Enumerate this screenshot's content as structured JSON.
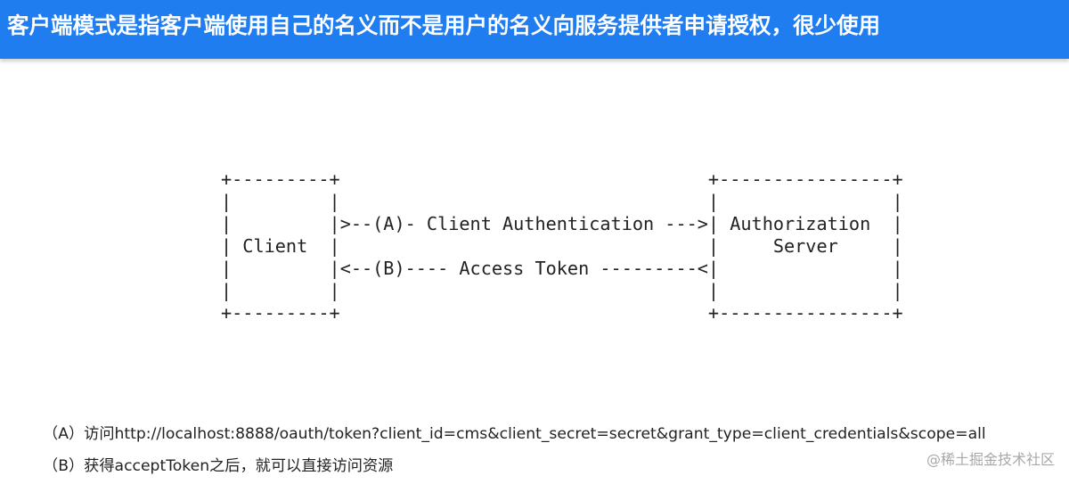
{
  "header": {
    "title": "客户端模式是指客户端使用自己的名义而不是用户的名义向服务提供者申请授权，很少使用",
    "background_color": "#1f7df0",
    "text_color": "#ffffff"
  },
  "diagram": {
    "lines": [
      "+---------+                                  +----------------+",
      "|         |                                  |                |",
      "|         |>--(A)- Client Authentication --->| Authorization  |",
      "| Client  |                                  |     Server     |",
      "|         |<--(B)---- Access Token ---------<|                |",
      "|         |                                  |                |",
      "+---------+                                  +----------------+"
    ]
  },
  "notes": {
    "a": "（A）访问http://localhost:8888/oauth/token?client_id=cms&client_secret=secret&grant_type=client_credentials&scope=all",
    "b": "（B）获得acceptToken之后，就可以直接访问资源"
  },
  "watermark": {
    "text": "@稀土掘金技术社区"
  }
}
